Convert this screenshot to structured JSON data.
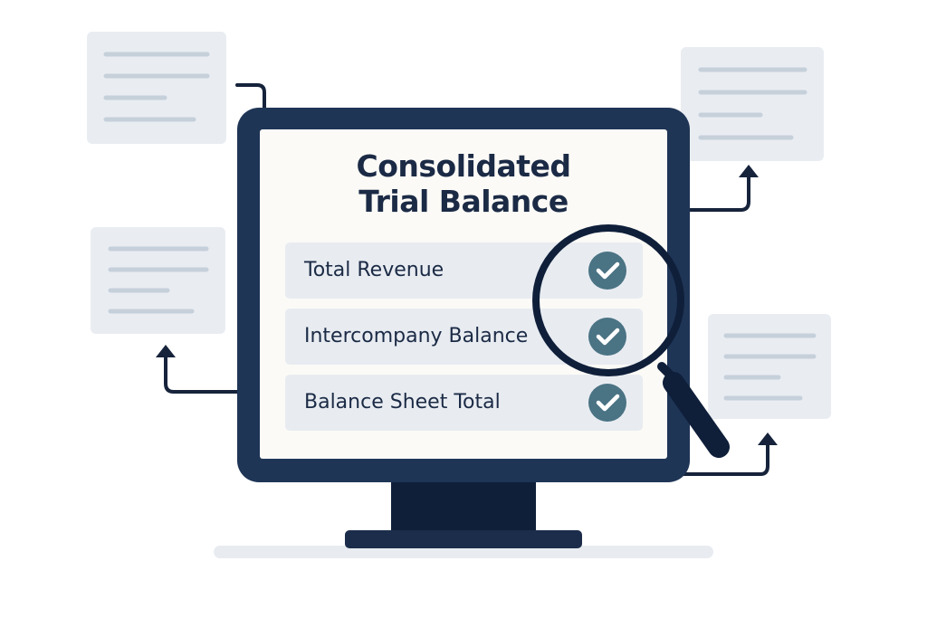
{
  "title": {
    "line1": "Consolidated",
    "line2": "Trial Balance"
  },
  "checklist": [
    {
      "label": "Total Revenue",
      "status_icon": "check-circle-icon"
    },
    {
      "label": "Intercompany Balance",
      "status_icon": "check-circle-icon"
    },
    {
      "label": "Balance Sheet Total",
      "status_icon": "check-circle-icon"
    }
  ],
  "icons": {
    "magnifier": "magnifying-glass-icon",
    "arrows": "arrow-up-icon"
  },
  "colors": {
    "frame": "#1f3556",
    "screen": "#fbfaf6",
    "row_background": "#e8ecf1",
    "check": "#4a7384",
    "text": "#1b2a45",
    "document": "#e9edf2",
    "document_lines": "#c6d0db"
  }
}
